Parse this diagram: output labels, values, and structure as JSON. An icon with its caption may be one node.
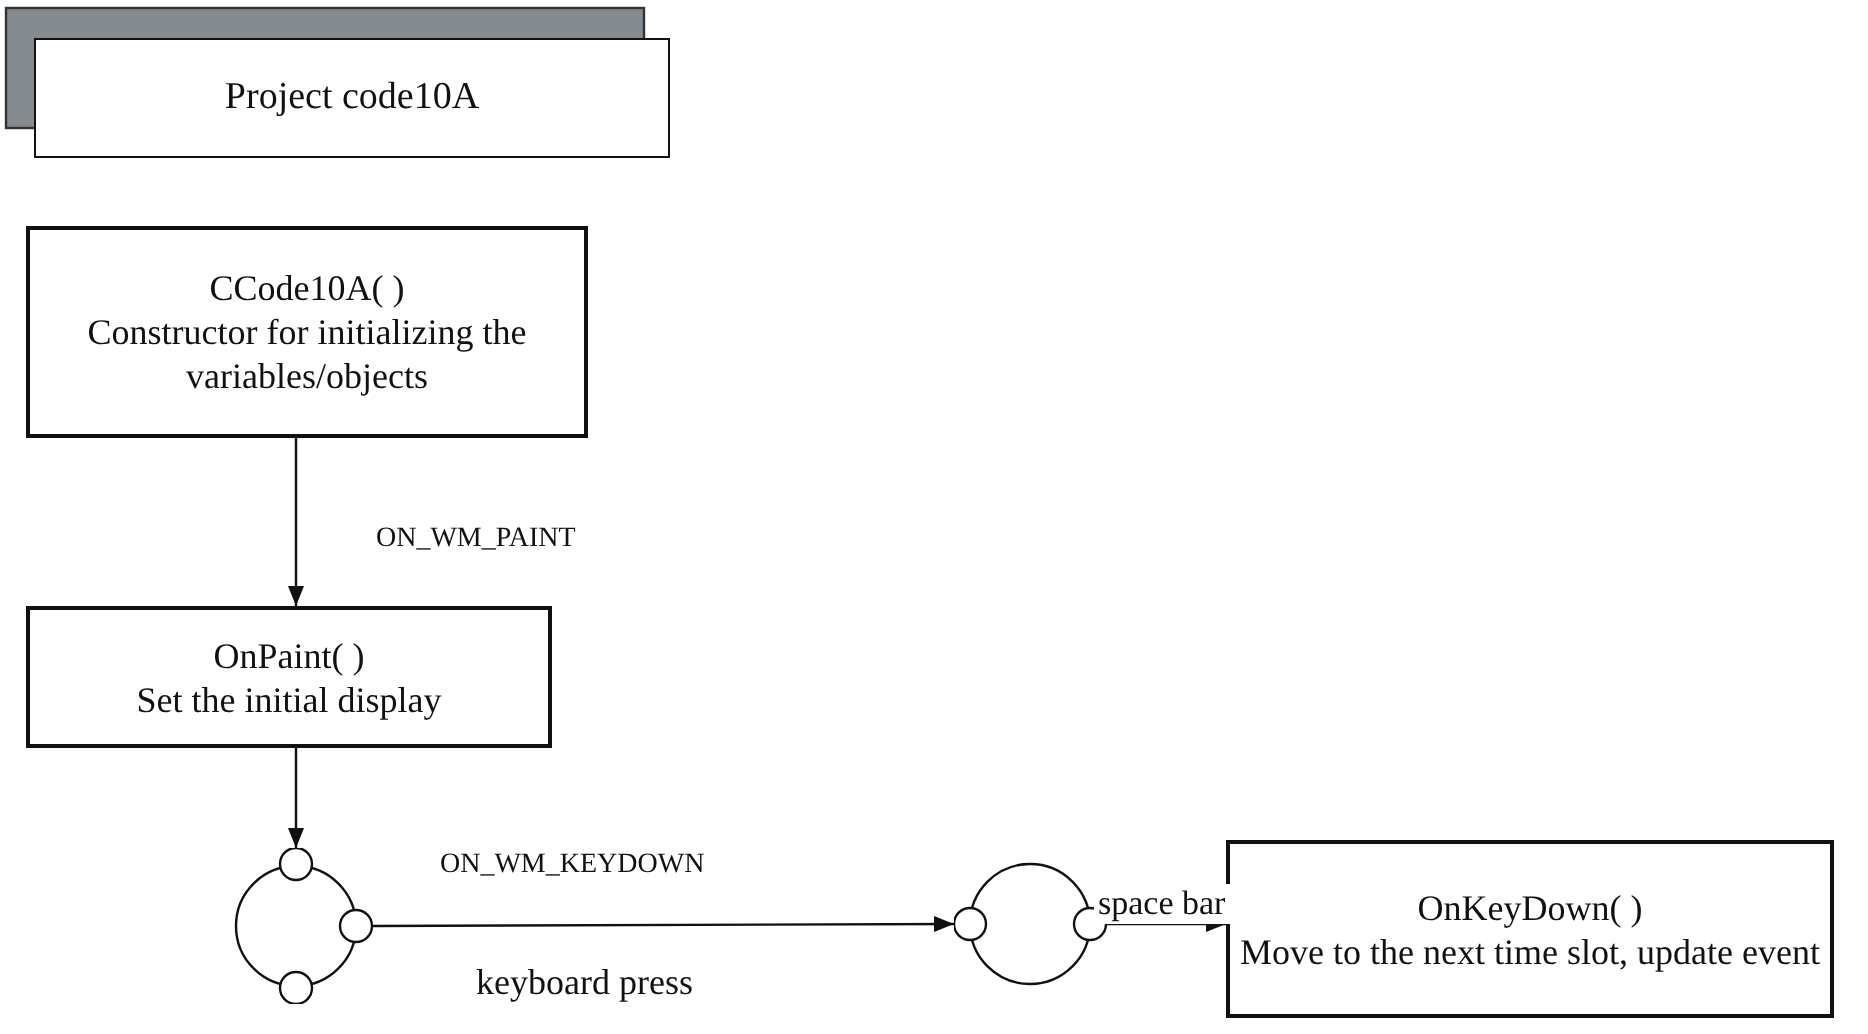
{
  "diagram": {
    "nodes": [
      {
        "text": [
          "Project code10A"
        ]
      },
      {
        "text": [
          "CCode10A( )",
          "Constructor for initializing the variables/objects"
        ]
      },
      {
        "text": [
          "OnPaint( )",
          "Set the initial display"
        ]
      },
      {
        "text": [],
        "shape": "circle"
      },
      {
        "text": [],
        "shape": "circle"
      },
      {
        "text": [
          "OnKeyDown( )",
          "Move to the next time slot, update event"
        ]
      }
    ],
    "edges": [
      {
        "from": 1,
        "to": 2,
        "arrow": "to",
        "label": "ON_WM_PAINT"
      },
      {
        "from": 2,
        "to": 3,
        "arrow": "to"
      },
      {
        "from": 3,
        "to": 4,
        "arrow": "to",
        "label": "ON_WM_KEYDOWN"
      },
      {
        "from": 4,
        "to": 5,
        "arrow": "to",
        "label": "space bar"
      }
    ],
    "labels": [
      "keyboard press"
    ]
  }
}
